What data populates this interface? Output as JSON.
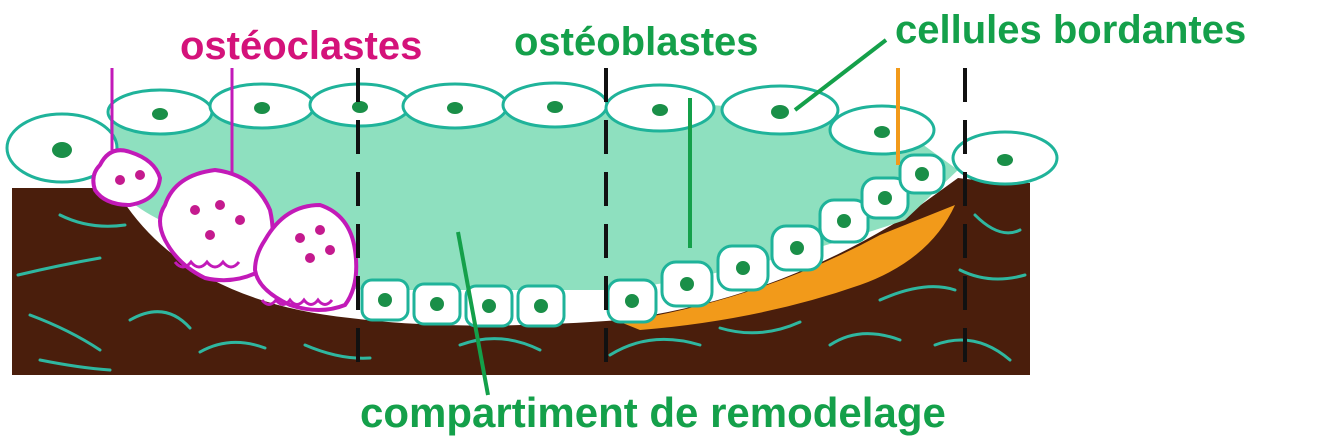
{
  "labels": {
    "osteoclasts": "ostéoclastes",
    "osteoblasts": "ostéoblastes",
    "lining_cells": "cellules bordantes",
    "remodeling_compartment": "compartiment de remodelage"
  },
  "colors": {
    "osteoclast_label": "#d4127a",
    "green_label": "#14a04a",
    "bone": "#4a1e0c",
    "compartment_fill": "#8ee0bf",
    "cell_outline": "#1fb39a",
    "osteoclast_outline": "#c21ab8",
    "osteoid": "#f29a1a",
    "nucleus": "#1a8f48",
    "osteoclast_nucleus": "#c41a8e"
  }
}
